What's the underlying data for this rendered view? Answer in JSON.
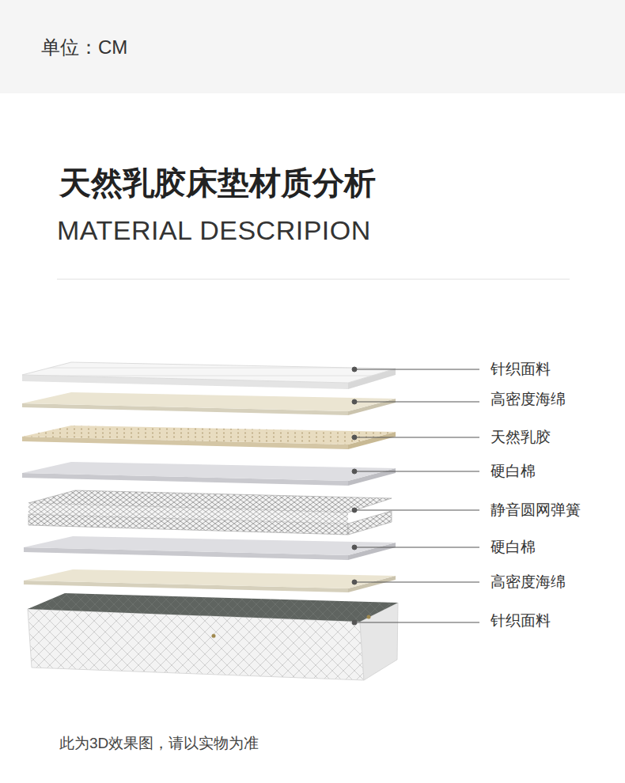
{
  "diagram": {
    "title": "天然乳胶床垫材质分析",
    "caption": "此为3D效果图，请以实物为准",
    "labels": [
      "单位：CM",
      "MATERIAL DESCRIPION",
      "针织面料",
      "高密度海绵",
      "天然乳胶",
      "硬白棉",
      "静音圆网弹簧",
      "硬白棉",
      "高密度海绵",
      "针织面料"
    ]
  }
}
